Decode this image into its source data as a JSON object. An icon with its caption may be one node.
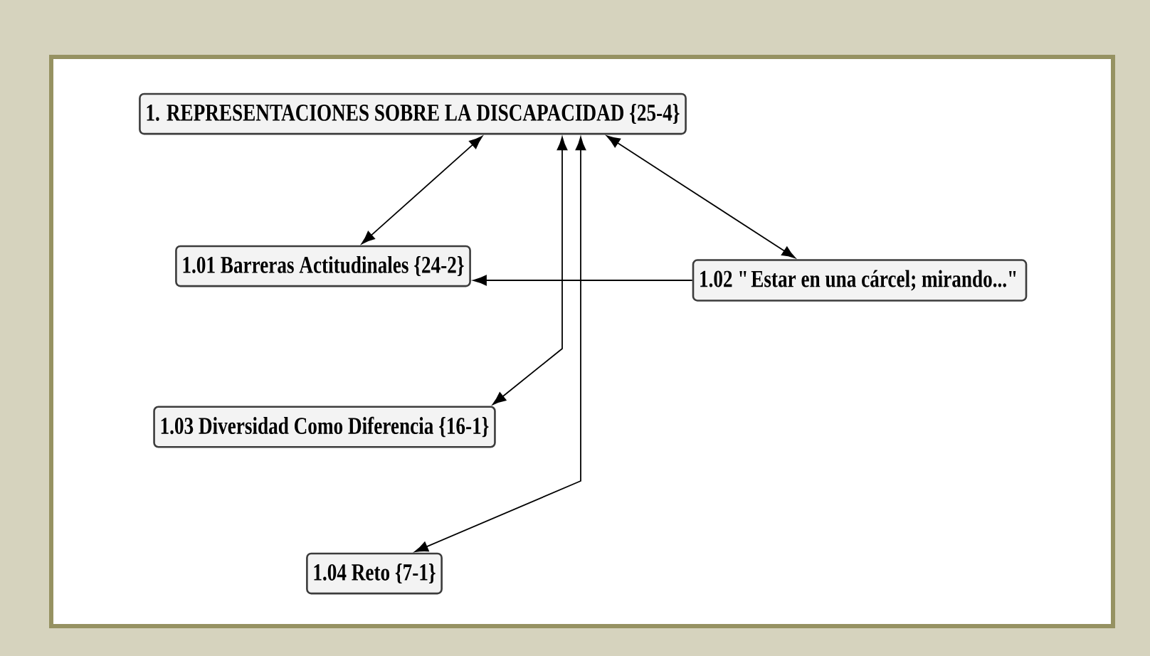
{
  "diagram": {
    "nodes": [
      {
        "text": [
          "1. REPRESENTACIONES SOBRE LA DISCAPACIDAD {25-4}"
        ]
      },
      {
        "text": [
          "1.01 Barreras Actitudinales {24-2}"
        ]
      },
      {
        "text": [
          "1.02 \"Estar en una cárcel; mirando...\""
        ]
      },
      {
        "text": [
          "1.03  Diversidad Como Diferencia {16-1}"
        ]
      },
      {
        "text": [
          "1.04 Reto {7-1}"
        ]
      }
    ],
    "edges": [
      {
        "from": 0,
        "to": 1,
        "arrow": "both"
      },
      {
        "from": 0,
        "to": 3,
        "arrow": "both"
      },
      {
        "from": 0,
        "to": 4,
        "arrow": "both"
      },
      {
        "from": 2,
        "to": 1,
        "arrow": "to"
      },
      {
        "from": 0,
        "to": 2,
        "arrow": "both"
      }
    ]
  }
}
